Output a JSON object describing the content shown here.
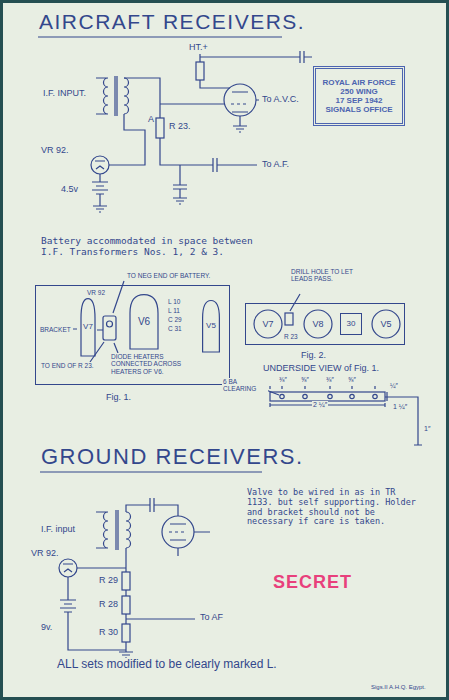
{
  "diagram": {
    "title": "AIRCRAFT RECEIVERS.",
    "nodes": [
      {
        "text": [
          "ROYAL AIR FORCE",
          "250 WING",
          "17 SEP 1942",
          "SIGNALS OFFICE"
        ]
      },
      {
        "text": [
          "BRACKET"
        ]
      },
      {
        "text": [
          "V7"
        ],
        "in": 1
      },
      {
        "text": [
          "V6"
        ],
        "in": 1
      },
      {
        "text": [
          "V5"
        ],
        "in": 1
      },
      {
        "text": [
          "R 23"
        ]
      },
      {
        "text": [
          "V7"
        ],
        "in": 5
      },
      {
        "text": [
          "V8"
        ],
        "in": 5
      },
      {
        "text": [
          "30"
        ],
        "in": 5
      },
      {
        "text": [
          "V5"
        ],
        "in": 5
      }
    ],
    "labels": [
      "HT.+",
      "I.F. INPUT.",
      "To A.V.C.",
      "A",
      "VR 92.",
      "R 23.",
      "To A.F.",
      "4.5v",
      "Battery accommodated in space between I.F. Transformers Nos. 1, 2 & 3.",
      "VR 92",
      "TO NEG END OF BATTERY.",
      "L 10",
      "L 11",
      "C 29",
      "C 31",
      "TO END OF R 23.",
      "DIODE HEATERS CONNECTED ACROSS HEATERS OF V6.",
      "Fig. 1.",
      "DRILL HOLE TO LET LEADS PASS.",
      "Fig. 2.",
      "UNDERSIDE VIEW of Fig. 1.",
      "6 BA CLEARING",
      "⅜″",
      "⅝″",
      "⅜″",
      "⅝″",
      "2 ¼″",
      "¼″",
      "1 ¼″",
      "1″",
      "GROUND RECEIVERS.",
      "I.F. input",
      "VR 92.",
      "R 29",
      "R 28",
      "R 30",
      "To AF",
      "9v.",
      "Valve to be wired in as in TR 1133. but self supporting. Holder and bracket should not be necessary if care is taken.",
      "SECRET",
      "ALL sets modified to be clearly marked L.",
      "Sigs.II A.H.Q. Egypt."
    ]
  }
}
